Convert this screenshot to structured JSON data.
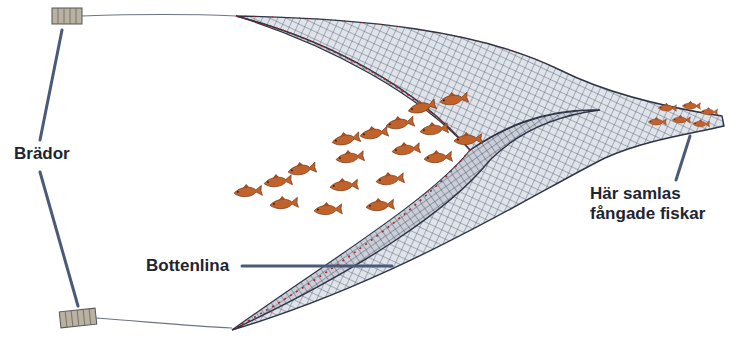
{
  "diagram": {
    "labels": [
      "Brädor",
      "Bottenlina",
      "Här samlas fångade fiskar"
    ]
  }
}
